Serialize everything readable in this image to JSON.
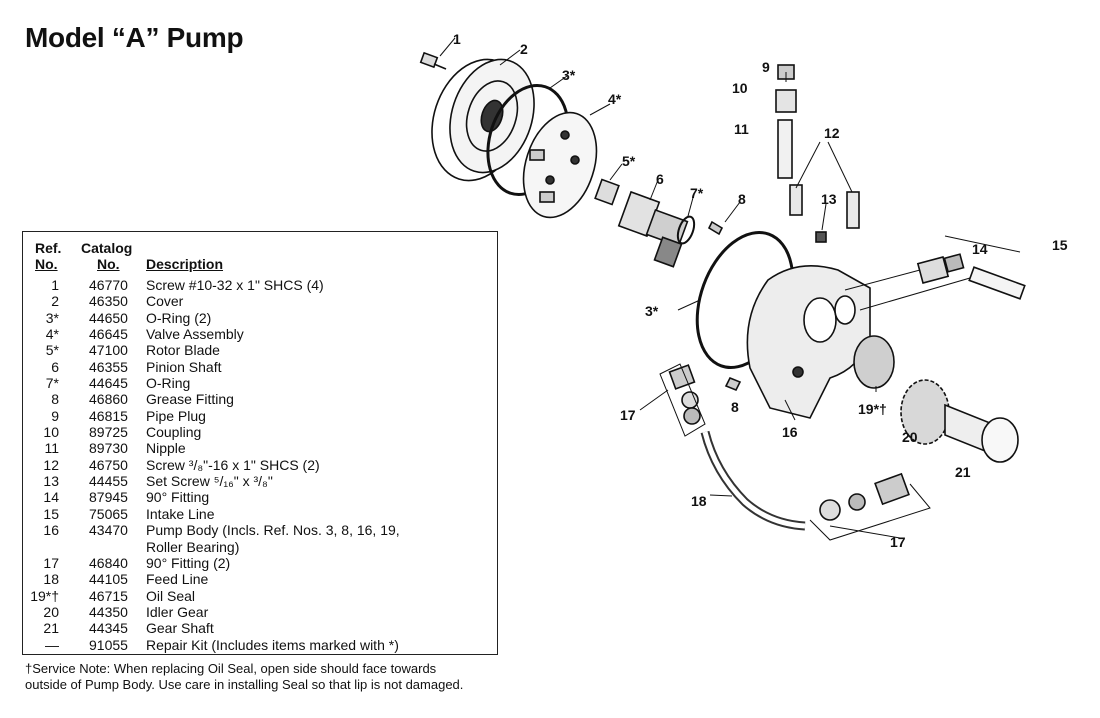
{
  "title": "Model “A” Pump",
  "table": {
    "header": {
      "ref_line1": "Ref.",
      "ref_line2": "No.",
      "catalog_line1": "Catalog",
      "catalog_line2": "No.",
      "description": "Description"
    },
    "rows": [
      {
        "ref": "1",
        "catalog": "46770",
        "desc": "Screw #10-32 x 1\" SHCS (4)"
      },
      {
        "ref": "2",
        "catalog": "46350",
        "desc": "Cover"
      },
      {
        "ref": "3*",
        "catalog": "44650",
        "desc": "O-Ring (2)"
      },
      {
        "ref": "4*",
        "catalog": "46645",
        "desc": "Valve Assembly"
      },
      {
        "ref": "5*",
        "catalog": "47100",
        "desc": "Rotor Blade"
      },
      {
        "ref": "6",
        "catalog": "46355",
        "desc": "Pinion Shaft"
      },
      {
        "ref": "7*",
        "catalog": "44645",
        "desc": "O-Ring"
      },
      {
        "ref": "8",
        "catalog": "46860",
        "desc": "Grease Fitting"
      },
      {
        "ref": "9",
        "catalog": "46815",
        "desc": "Pipe Plug"
      },
      {
        "ref": "10",
        "catalog": "89725",
        "desc": "Coupling"
      },
      {
        "ref": "11",
        "catalog": "89730",
        "desc": "Nipple"
      },
      {
        "ref": "12",
        "catalog": "46750",
        "desc": "Screw ³/₈\"-16 x 1\" SHCS (2)"
      },
      {
        "ref": "13",
        "catalog": "44455",
        "desc": "Set Screw ⁵/₁₆\" x ³/₈\""
      },
      {
        "ref": "14",
        "catalog": "87945",
        "desc": "90° Fitting"
      },
      {
        "ref": "15",
        "catalog": "75065",
        "desc": "Intake Line"
      },
      {
        "ref": "16",
        "catalog": "43470",
        "desc": "Pump Body (Incls. Ref. Nos. 3, 8, 16, 19,"
      },
      {
        "ref": "",
        "catalog": "",
        "desc": "Roller Bearing)"
      },
      {
        "ref": "17",
        "catalog": "46840",
        "desc": "90° Fitting (2)"
      },
      {
        "ref": "18",
        "catalog": "44105",
        "desc": "Feed Line"
      },
      {
        "ref": "19*†",
        "catalog": "46715",
        "desc": "Oil Seal"
      },
      {
        "ref": "20",
        "catalog": "44350",
        "desc": "Idler Gear"
      },
      {
        "ref": "21",
        "catalog": "44345",
        "desc": "Gear Shaft"
      },
      {
        "ref": "—",
        "catalog": "91055",
        "desc": "Repair Kit (Includes items marked with *)"
      }
    ]
  },
  "note": {
    "line1": "†Service Note: When replacing Oil Seal, open side should face towards",
    "line2": "outside of Pump Body. Use care in installing Seal so that lip is not damaged."
  },
  "diagram": {
    "callouts": {
      "c1": "1",
      "c2": "2",
      "c3a": "3*",
      "c3b": "3*",
      "c4": "4*",
      "c5": "5*",
      "c6": "6",
      "c7": "7*",
      "c8a": "8",
      "c8b": "8",
      "c9": "9",
      "c10": "10",
      "c11": "11",
      "c12": "12",
      "c13": "13",
      "c14": "14",
      "c15": "15",
      "c16": "16",
      "c17a": "17",
      "c17b": "17",
      "c18": "18",
      "c19": "19*†",
      "c20": "20",
      "c21": "21"
    }
  }
}
